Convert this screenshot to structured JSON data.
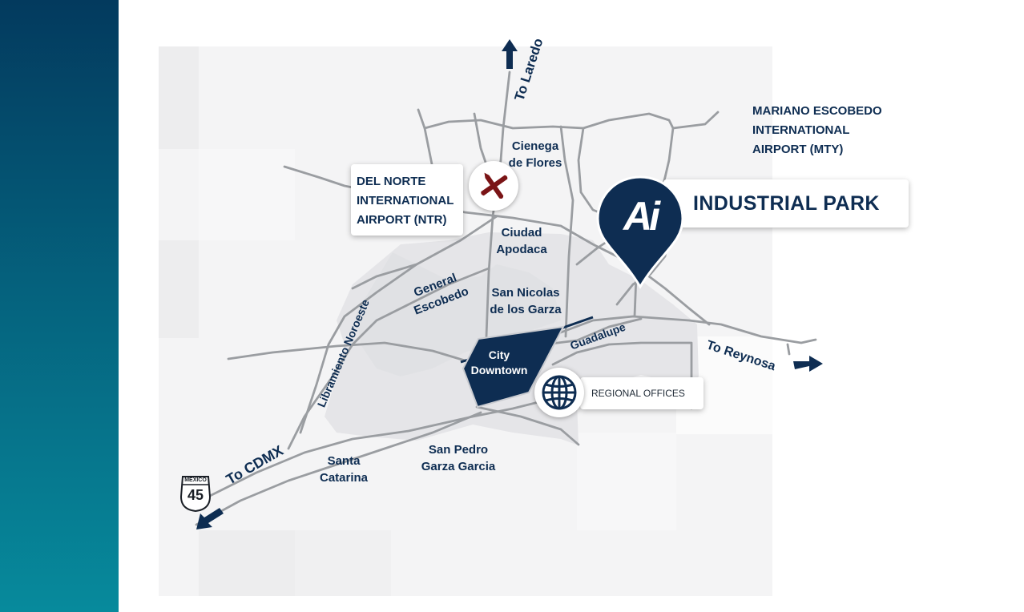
{
  "colors": {
    "navy": "#0e2d52",
    "map_dark_red": "#7a1416",
    "band_top": "#033a5e",
    "band_bottom": "#078a9c",
    "road": "#9a9da1",
    "highlight_road": "#0e2d52"
  },
  "routes": {
    "laredo": "To Laredo",
    "reynosa": "To Reynosa",
    "cdmx": "To CDMX",
    "shield_top": "MEXICO",
    "shield_number": "45"
  },
  "areas": {
    "cienega": [
      "Cienega",
      "de Flores"
    ],
    "apodaca": [
      "Ciudad",
      "Apodaca"
    ],
    "san_nicolas": [
      "San Nicolas",
      "de los Garza"
    ],
    "general_escobedo": [
      "General",
      "Escobedo"
    ],
    "downtown": [
      "City",
      "Downtown"
    ],
    "guadalupe": "Guadalupe",
    "san_pedro": [
      "San Pedro",
      "Garza Garcia"
    ],
    "santa_catarina": [
      "Santa",
      "Catarina"
    ],
    "libramiento": "Libramiento Noroeste"
  },
  "airports": {
    "ntr_lines": [
      "DEL NORTE",
      "INTERNATIONAL",
      "AIRPORT (NTR)"
    ],
    "ntr_icon": "airplane-icon",
    "mty_lines": [
      "MARIANO ESCOBEDO",
      "INTERNATIONAL",
      "AIRPORT (MTY)"
    ]
  },
  "park": {
    "label": "INDUSTRIAL PARK",
    "logo_text": "Ai",
    "icon": "map-pin-icon"
  },
  "offices": {
    "label": "REGIONAL OFFICES",
    "icon": "globe-icon"
  }
}
